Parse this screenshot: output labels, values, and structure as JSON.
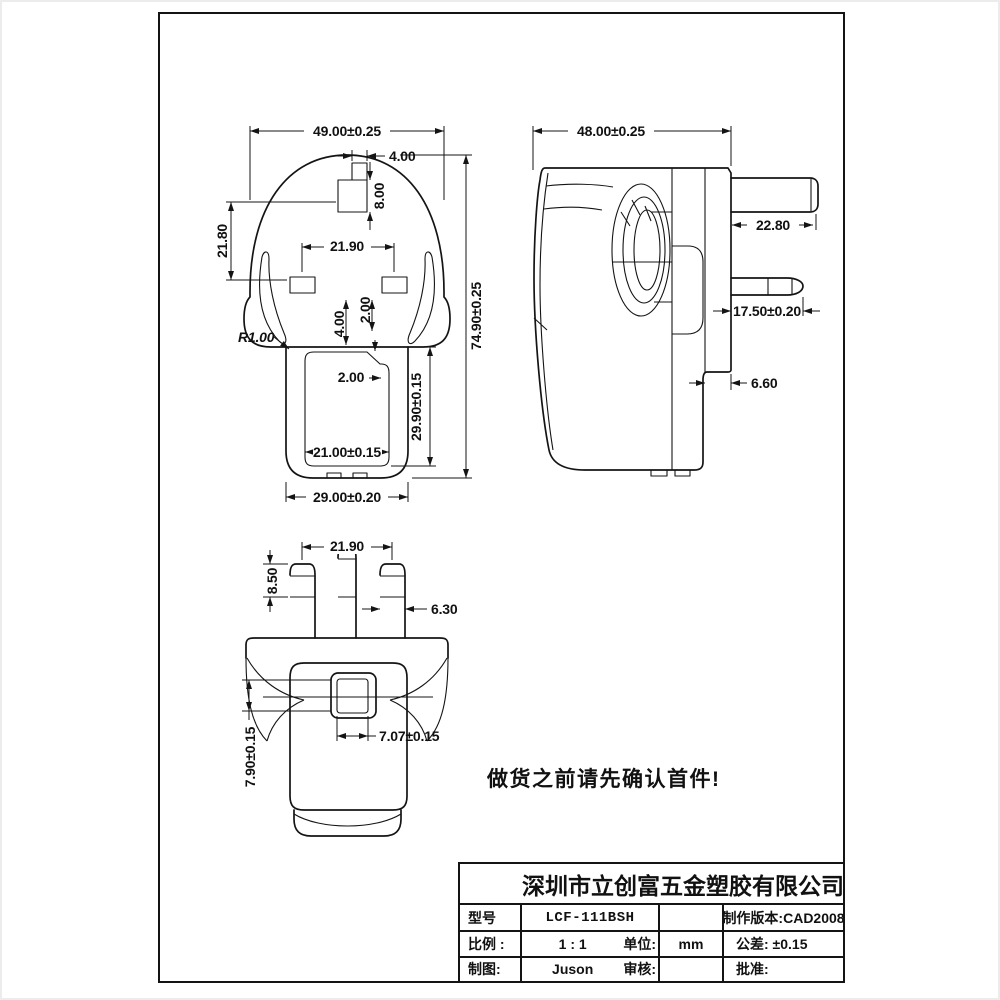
{
  "page": {
    "note": "做货之前请先确认首件!"
  },
  "front_view": {
    "width": "49.00±0.25",
    "earth_pin_width": "4.00",
    "earth_pin_height": "8.00",
    "side_slot_height": "21.80",
    "pin_spacing": "21.90",
    "dim_4": "4.00",
    "dim_2a": "2.00",
    "corner_radius": "R1.00",
    "dim_2b": "2.00",
    "inner_height": "29.90±0.15",
    "inner_width": "21.00±0.15",
    "total_height": "74.90±0.25",
    "base_width": "29.00±0.20"
  },
  "side_view": {
    "width": "48.00±0.25",
    "earth_pin_length": "22.80",
    "power_pin_length": "17.50±0.20",
    "face_depth": "6.60"
  },
  "bottom_view": {
    "pin_spacing": "21.90",
    "pin_tip_length": "8.50",
    "pin_width": "6.30",
    "slot_width": "7.07±0.15",
    "slot_height": "7.90±0.15"
  },
  "title_block": {
    "company": "深圳市立创富五金塑胶有限公司",
    "model_label": "型号",
    "model_value": "LCF-111BSH",
    "version": "制作版本:CAD2008",
    "scale_label": "比例 :",
    "scale_value": "1 : 1",
    "unit_label": "单位:",
    "unit_value": "mm",
    "tolerance": "公差: ±0.15",
    "drawn_label": "制图:",
    "drawn_value": "Juson",
    "checked_label": "审核:",
    "approved_label": "批准:"
  }
}
